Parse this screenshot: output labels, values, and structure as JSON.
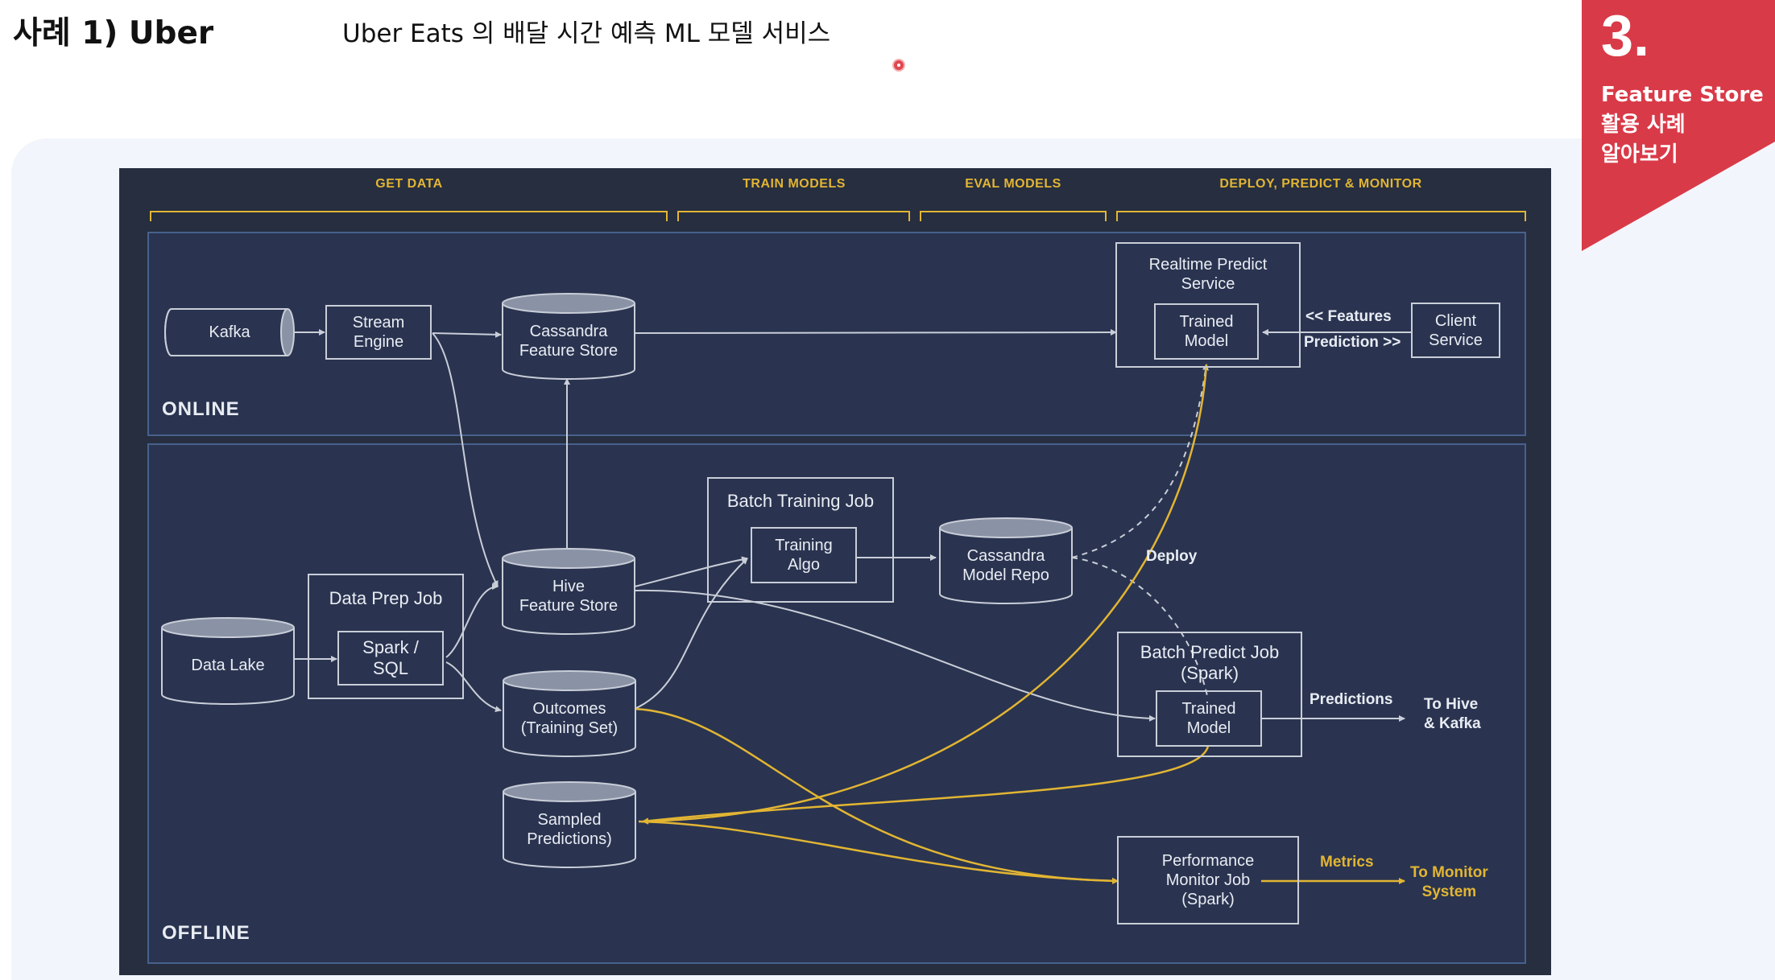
{
  "header": {
    "case_title": "사례 1) Uber",
    "subtitle": "Uber Eats 의 배달 시간 예측 ML 모델 서비스"
  },
  "banner": {
    "number": "3.",
    "line1": "Feature Store",
    "line2": "활용 사례",
    "line3": "알아보기",
    "color": "#d93a48"
  },
  "diagram": {
    "phases": [
      "GET DATA",
      "TRAIN MODELS",
      "EVAL MODELS",
      "DEPLOY, PREDICT & MONITOR"
    ],
    "online_label": "ONLINE",
    "offline_label": "OFFLINE",
    "nodes": {
      "kafka": "Kafka",
      "stream_engine": "Stream\nEngine",
      "cassandra_feature_store": "Cassandra\nFeature Store",
      "realtime_predict_service": "Realtime Predict\nService",
      "trained_model_online": "Trained\nModel",
      "client_service": "Client\nService",
      "data_lake": "Data Lake",
      "data_prep_job": "Data Prep Job",
      "spark_sql": "Spark /\nSQL",
      "hive_feature_store": "Hive\nFeature Store",
      "outcomes": "Outcomes\n(Training Set)",
      "sampled_predictions": "Sampled\nPredictions)",
      "batch_training_job": "Batch Training Job",
      "training_algo": "Training\nAlgo",
      "cassandra_model_repo": "Cassandra\nModel Repo",
      "batch_predict_job": "Batch Predict Job\n(Spark)",
      "trained_model_batch": "Trained\nModel",
      "performance_monitor_job": "Performance\nMonitor Job\n(Spark)"
    },
    "edge_labels": {
      "features": "<< Features",
      "prediction": "Prediction >>",
      "deploy": "Deploy",
      "predictions": "Predictions",
      "to_hive_kafka": "To Hive\n& Kafka",
      "metrics": "Metrics",
      "to_monitor_system": "To Monitor\nSystem"
    },
    "colors": {
      "background": "#262e40",
      "line": "#c9ced8",
      "accent": "#e2b533"
    }
  }
}
